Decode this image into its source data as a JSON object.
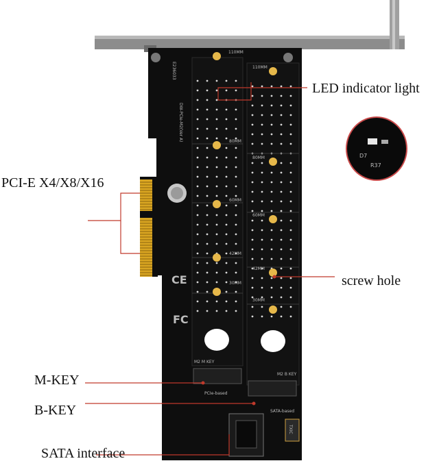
{
  "labels": {
    "led": "LED indicator light",
    "pcie": "PCI-E X4/X8/X16",
    "screw": "screw hole",
    "mkey": "M-KEY",
    "bkey": "B-KEY",
    "sata": "SATA interface"
  },
  "pcb_print": {
    "lengths_m": [
      "110MM",
      "80MM",
      "60MM",
      "42MM",
      "30MM"
    ],
    "lengths_b": [
      "110MM",
      "80MM",
      "60MM",
      "42MM",
      "30MM"
    ],
    "m_key": "M2 M KEY",
    "b_key": "M2 B KEY",
    "pcie_based": "PCIe-based",
    "sata_based": "SATA-based",
    "model": "DW-PCIe-M2(Ver A)",
    "code": "E236033",
    "led_d7": "D7",
    "led_r3": "R37",
    "txic": "TXIC",
    "fc": "FC",
    "ce": "CE"
  },
  "colors": {
    "pcb": "#0d0d0d",
    "bracket": "#8a8a8a",
    "gold": "#d9a521",
    "callout_line": "#c0392b",
    "screw": "#e6b84a"
  }
}
